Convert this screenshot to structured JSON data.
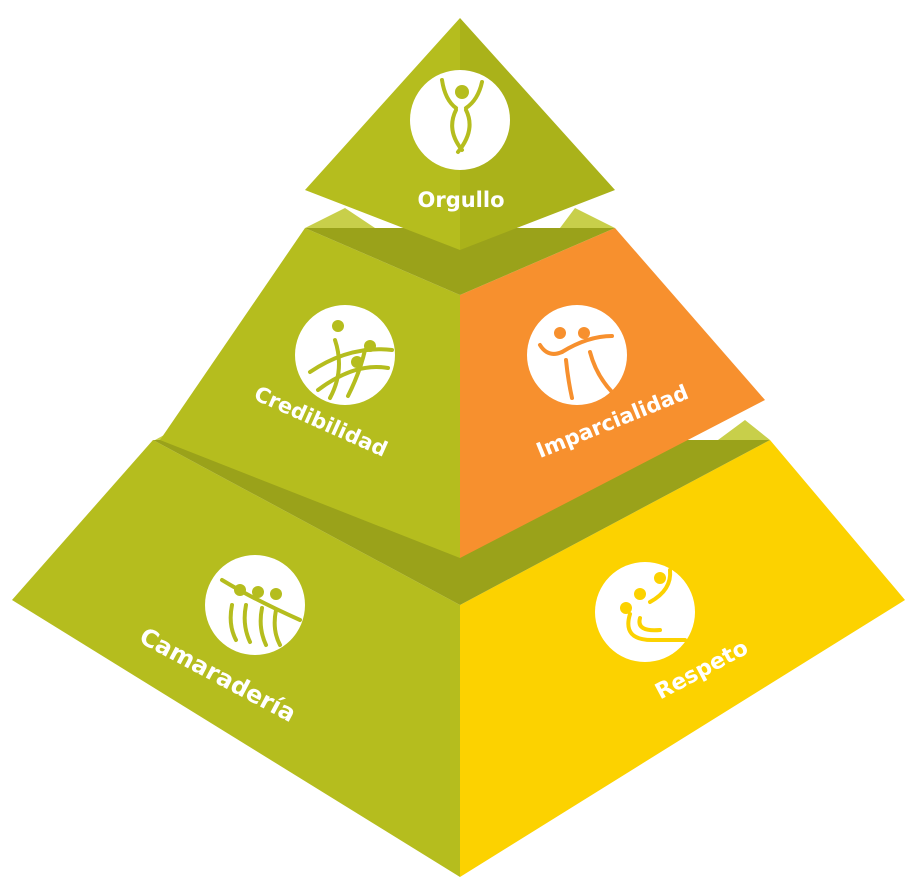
{
  "diagram": {
    "segments": [
      {
        "id": "orgullo",
        "label": "Orgullo",
        "icon": "person-arms-raised-icon"
      },
      {
        "id": "credibilidad",
        "label": "Credibilidad",
        "icon": "people-climbing-icon"
      },
      {
        "id": "imparcialidad",
        "label": "Imparcialidad",
        "icon": "people-balancing-icon"
      },
      {
        "id": "camaraderia",
        "label": "Camaradería",
        "icon": "people-holding-hands-icon"
      },
      {
        "id": "respeto",
        "label": "Respeto",
        "icon": "people-supporting-icon"
      }
    ]
  },
  "colors": {
    "green": "#b5bd1e",
    "green_shadow": "#9aa21a",
    "orange": "#f7902e",
    "yellow": "#fcd200",
    "icon_circle": "#ffffff"
  }
}
